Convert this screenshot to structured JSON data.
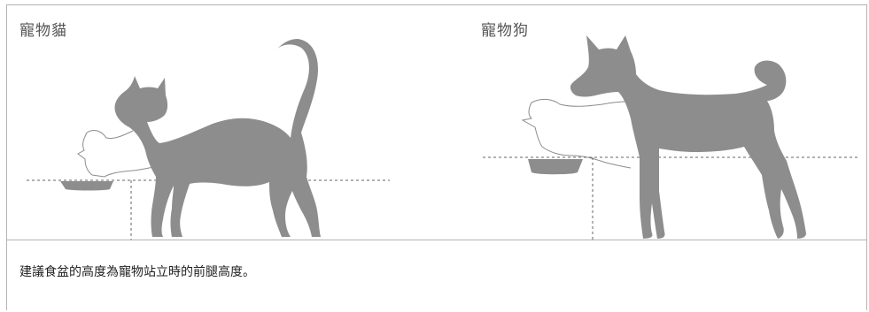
{
  "panels": {
    "cat_label": "寵物貓",
    "dog_label": "寵物狗"
  },
  "caption": "建議食盆的高度為寵物站立時的前腿高度。",
  "icons": {
    "cat": "cat-silhouette-icon",
    "dog": "dog-silhouette-icon",
    "bowl": "food-bowl-icon"
  },
  "colors": {
    "silhouette": "#8d8d8e",
    "border": "#b3b3b3",
    "guide_line": "#666666"
  }
}
